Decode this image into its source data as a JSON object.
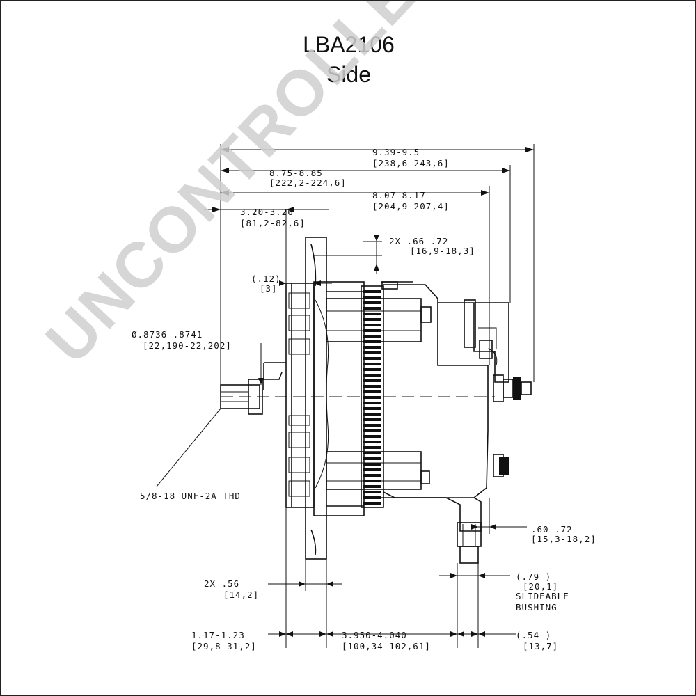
{
  "title": "LBA2106",
  "subtitle": "Side",
  "watermark": "UNCONTROLLED COPY",
  "dimensions": {
    "overall_length": {
      "in": "9.39-9.5",
      "mm": "[238,6-243,6]"
    },
    "length_b": {
      "in": "8.75-8.85",
      "mm": "[222,2-224,6]"
    },
    "length_c": {
      "in": "8.07-8.17",
      "mm": "[204,9-207,4]"
    },
    "pulley_offset": {
      "in": "3.20-3.26",
      "mm": "[81,2-82,6]"
    },
    "ear_width": {
      "in": "2X .66-.72",
      "mm": "[16,9-18,3]"
    },
    "flange_gap": {
      "in": "(.12)",
      "mm": "[3]"
    },
    "shaft_dia": {
      "in": "Ø.8736-.8741",
      "mm": "[22,190-22,202]"
    },
    "thread": {
      "text": "5/8-18 UNF-2A THD"
    },
    "ear_thickness": {
      "in": "2X .56",
      "mm": "[14,2]"
    },
    "terminal_offset": {
      "in": ".60-.72",
      "mm": "[15,3-18,2]"
    },
    "bushing": {
      "in": "(.79 )",
      "mm": "[20,1]",
      "note1": "SLIDEABLE",
      "note2": "BUSHING"
    },
    "front_offset": {
      "in": "1.17-1.23",
      "mm": "[29,8-31,2]"
    },
    "mount_span": {
      "in": "3.950-4.040",
      "mm": "[100,34-102,61]"
    },
    "bushing_len": {
      "in": "(.54 )",
      "mm": "[13,7]"
    }
  }
}
